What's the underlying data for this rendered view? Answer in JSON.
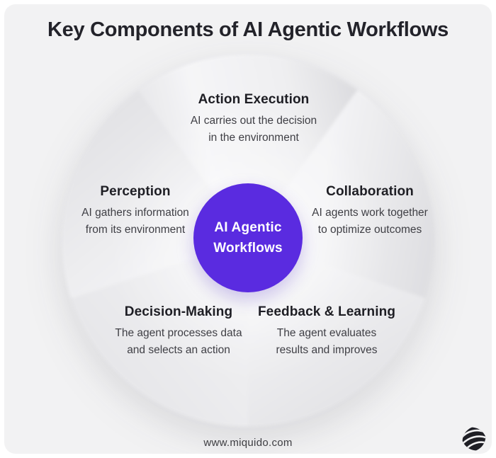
{
  "page": {
    "title": "Key Components of AI Agentic Workflows",
    "footer_url": "www.miquido.com"
  },
  "center": {
    "label_lines": [
      "AI Agentic",
      "Workflows"
    ]
  },
  "segments": [
    {
      "title": "Action Execution",
      "desc_lines": [
        "AI carries out the decision",
        "in the environment"
      ]
    },
    {
      "title": "Collaboration",
      "desc_lines": [
        "AI agents work together",
        "to optimize outcomes"
      ]
    },
    {
      "title": "Feedback & Learning",
      "desc_lines": [
        "The agent evaluates",
        "results and improves"
      ]
    },
    {
      "title": "Decision-Making",
      "desc_lines": [
        "The agent processes data",
        "and selects an action"
      ]
    },
    {
      "title": "Perception",
      "desc_lines": [
        "AI gathers information",
        "from its environment"
      ]
    }
  ],
  "colors": {
    "accent": "#5A2BE0",
    "card_background": "#F2F2F3",
    "heading_text": "#1E1E24",
    "body_text": "#3F3F45",
    "wedge_light": "#F7F7F9",
    "wedge_dark": "#DDDDE0"
  },
  "icons": {
    "logo": "miquido-logo"
  }
}
